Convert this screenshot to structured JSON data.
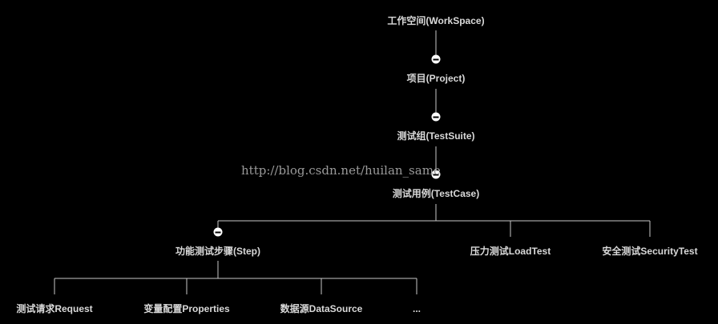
{
  "nodes": {
    "workspace": "工作空间(WorkSpace)",
    "project": "项目(Project)",
    "testsuite": "测试组(TestSuite)",
    "testcase": "测试用例(TestCase)",
    "step": "功能测试步骤(Step)",
    "loadtest": "压力测试LoadTest",
    "securitytest": "安全测试SecurityTest",
    "request": "测试请求Request",
    "properties": "变量配置Properties",
    "datasource": "数据源DataSource",
    "more": "..."
  },
  "watermark": "http://blog.csdn.net/huilan_same",
  "colors": {
    "background": "#000000",
    "text": "#d9d9d9",
    "connector": "#c8c8c8",
    "collapse_button": "#ffffff",
    "watermark": "#9a9a9a"
  }
}
